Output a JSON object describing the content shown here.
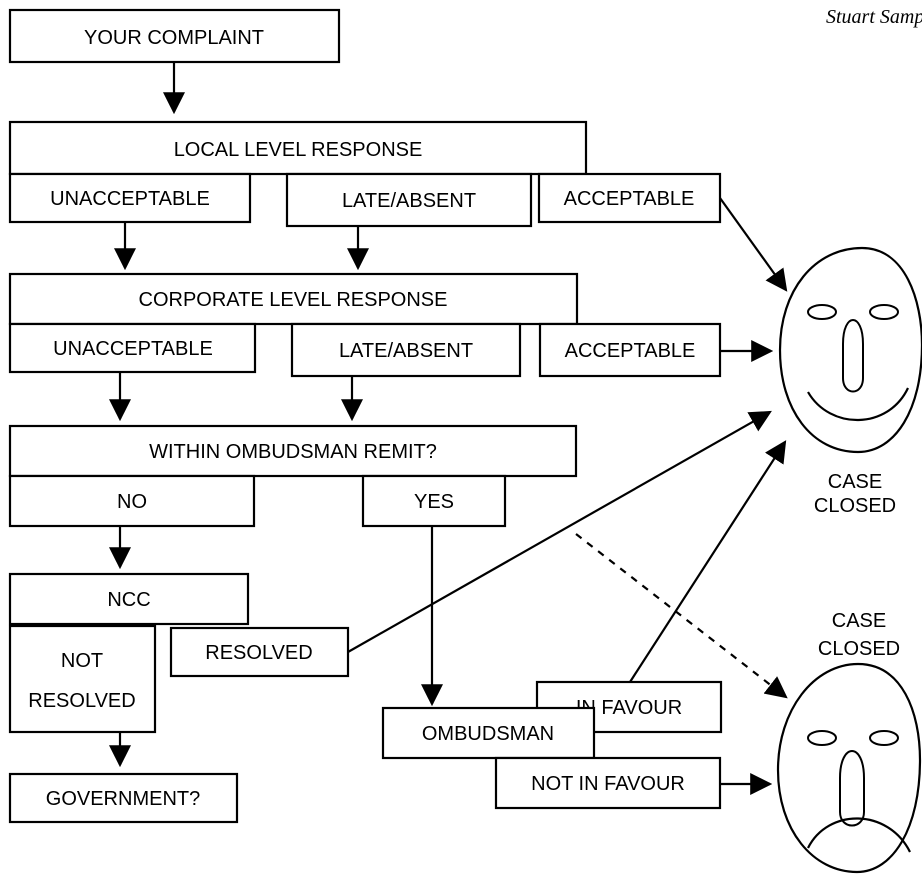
{
  "author": "Stuart Samps",
  "boxes": {
    "complaint": "YOUR COMPLAINT",
    "local": "LOCAL LEVEL RESPONSE",
    "local_unacceptable": "UNACCEPTABLE",
    "local_late": "LATE/ABSENT",
    "local_acceptable": "ACCEPTABLE",
    "corporate": "CORPORATE LEVEL RESPONSE",
    "corp_unacceptable": "UNACCEPTABLE",
    "corp_late": "LATE/ABSENT",
    "corp_acceptable": "ACCEPTABLE",
    "remit": "WITHIN OMBUDSMAN REMIT?",
    "no": "NO",
    "yes": "YES",
    "ncc": "NCC",
    "not_resolved_1": "NOT",
    "not_resolved_2": "RESOLVED",
    "resolved": "RESOLVED",
    "government": "GOVERNMENT?",
    "ombudsman": "OMBUDSMAN",
    "in_favour": "IN FAVOUR",
    "not_in_favour": "NOT IN FAVOUR"
  },
  "outcomes": {
    "happy_line1": "CASE",
    "happy_line2": "CLOSED",
    "sad_line1": "CASE",
    "sad_line2": "CLOSED"
  }
}
